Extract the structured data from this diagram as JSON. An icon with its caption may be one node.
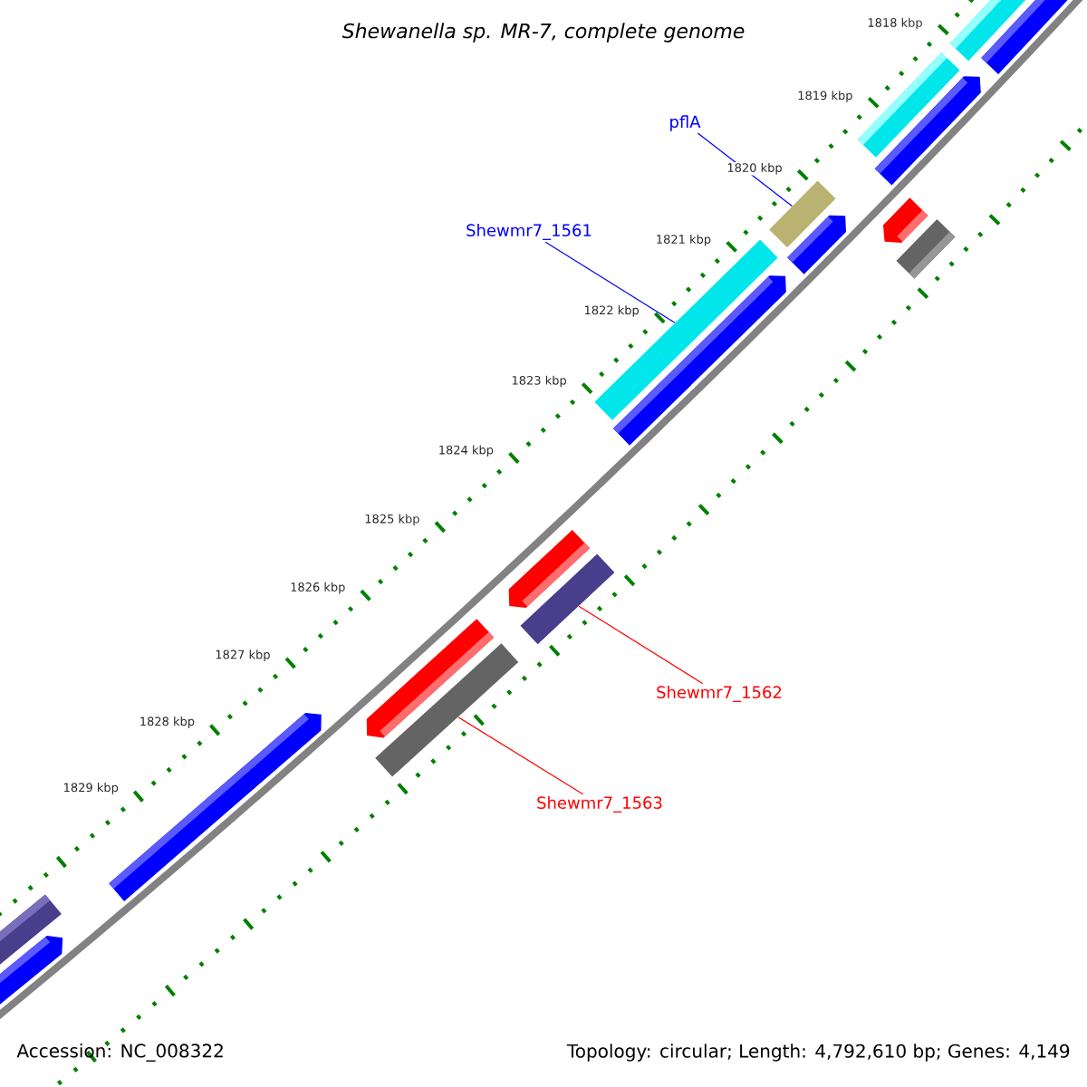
{
  "diagram": {
    "title": "*Shewanella* sp. MR-7, complete genome",
    "nodes": [
      {
        "text": [
          "pflA"
        ]
      },
      {
        "text": [],
        "shape": "bar"
      },
      {
        "text": [
          "Shewmr7_1561"
        ]
      },
      {
        "text": [],
        "shape": "bar"
      },
      {
        "text": [
          "Shewmr7_1562"
        ]
      },
      {
        "text": [],
        "shape": "bar"
      },
      {
        "text": [
          "Shewmr7_1563"
        ]
      },
      {
        "text": [],
        "shape": "bar"
      }
    ],
    "edges": [
      {
        "from": 0,
        "to": 1,
        "arrow": "none",
        "color": "#0000ff"
      },
      {
        "from": 2,
        "to": 3,
        "arrow": "none",
        "color": "#0000ff"
      },
      {
        "from": 4,
        "to": 5,
        "arrow": "none",
        "color": "#ff0000"
      },
      {
        "from": 6,
        "to": 7,
        "arrow": "none",
        "color": "#ff0000"
      }
    ],
    "labels": [
      "1818 kbp",
      "1819 kbp",
      "1820 kbp",
      "1821 kbp",
      "1822 kbp",
      "1823 kbp",
      "1824 kbp",
      "1825 kbp",
      "1826 kbp",
      "1827 kbp",
      "1828 kbp",
      "1829 kbp",
      "Accession: NC_008322",
      "Topology: circular; Length: 4,792,610 bp; Genes: 4,149"
    ]
  }
}
